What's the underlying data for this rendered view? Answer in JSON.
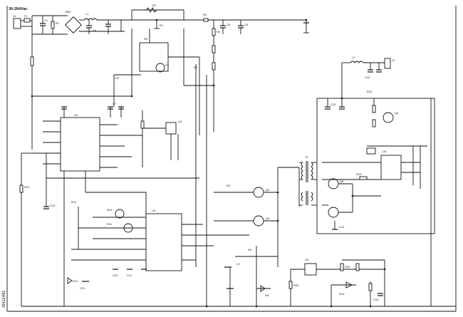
{
  "header": {
    "input_label": "30-264Vac"
  },
  "footer": {
    "doc_id": "AN11441"
  },
  "labels": {
    "j1": "J1",
    "f1": "F1",
    "c1": "C1",
    "r1": "R1",
    "bridge": "BR1",
    "l1": "L1",
    "c4": "C4",
    "d1": "D1",
    "r2": "R2",
    "r3": "R3",
    "r4": "R4",
    "c5": "C5",
    "c6": "C6",
    "q1": "Q1",
    "d2": "D2",
    "r5": "R5",
    "c7": "C7",
    "d3": "D3",
    "u1": "U1",
    "u2": "U2",
    "u3": "U3",
    "u4": "U4",
    "t1": "T1",
    "l2": "L2",
    "l3": "L3",
    "j2": "J2",
    "q2": "Q2",
    "q3": "Q3",
    "q4": "Q4",
    "q5": "Q5",
    "d4": "D4",
    "d5": "D5",
    "d6": "D6",
    "r10": "R10",
    "r11": "R11",
    "r12": "R12",
    "r13": "R13",
    "r14": "R14",
    "r15": "R15",
    "c10": "C10",
    "c11": "C11",
    "c12": "C12",
    "c13": "C13",
    "c14": "C14",
    "c15": "C15",
    "r20": "R20",
    "r21": "R21",
    "c20": "C20",
    "c21": "C21",
    "d10": "D10",
    "d11": "D11"
  }
}
